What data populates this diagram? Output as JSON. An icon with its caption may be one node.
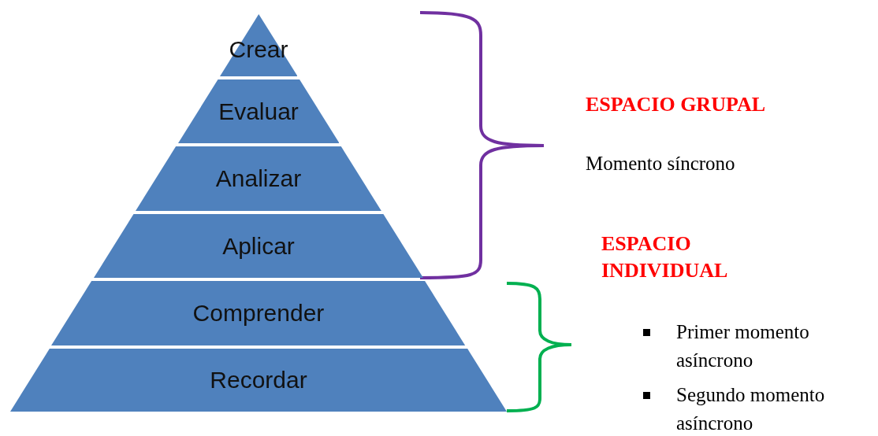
{
  "diagram": {
    "nodes": [
      {
        "text": [
          "Crear"
        ]
      },
      {
        "text": [
          "Evaluar"
        ]
      },
      {
        "text": [
          "Analizar"
        ]
      },
      {
        "text": [
          "Aplicar"
        ]
      },
      {
        "text": [
          "Comprender"
        ]
      },
      {
        "text": [
          "Recordar"
        ]
      }
    ],
    "labels": [
      "ESPACIO GRUPAL",
      "Momento síncrono",
      "ESPACIO INDIVIDUAL",
      "Primer momento asíncrono",
      "Segundo momento asíncrono"
    ]
  }
}
